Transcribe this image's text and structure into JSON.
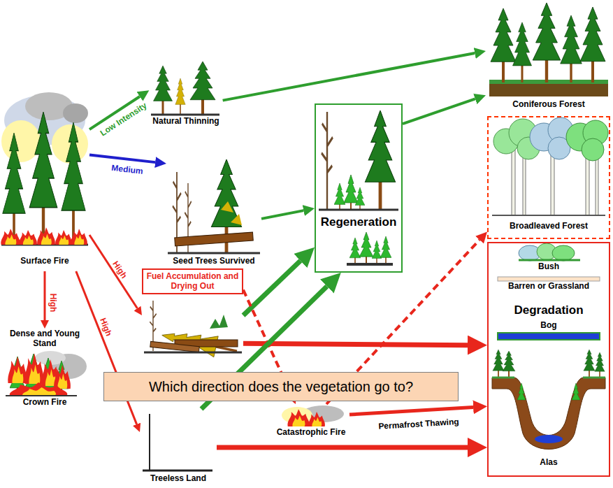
{
  "diagram": {
    "nodes": [
      {
        "text": [
          "Surface Fire"
        ]
      },
      {
        "text": [
          "Natural Thinning"
        ]
      },
      {
        "text": [
          "Seed Trees Survived"
        ]
      },
      {
        "text": [
          "Fuel Accumulation and Drying Out"
        ]
      },
      {
        "text": [
          "Dense and Young Stand",
          "Crown Fire"
        ]
      },
      {
        "text": [
          "Regeneration"
        ]
      },
      {
        "text": [
          "Which direction does the vegetation go to?"
        ]
      },
      {
        "text": [
          "Catastrophic Fire"
        ]
      },
      {
        "text": [
          "Treeless Land"
        ]
      },
      {
        "text": [
          "Coniferous Forest"
        ]
      },
      {
        "text": [
          "Broadleaved Forest"
        ]
      },
      {
        "text": [
          "Degradation"
        ]
      },
      {
        "text": [
          "Bush"
        ],
        "in": 11
      },
      {
        "text": [
          "Barren or Grassland"
        ],
        "in": 11
      },
      {
        "text": [
          "Bog"
        ],
        "in": 11
      },
      {
        "text": [
          "Alas"
        ],
        "in": 11
      }
    ],
    "edges": [
      {
        "from": 0,
        "to": 1,
        "arrow": "to",
        "label": "Low Intensity"
      },
      {
        "from": 0,
        "to": 2,
        "arrow": "to",
        "label": "Medium"
      },
      {
        "from": 0,
        "to": 3,
        "arrow": "to",
        "label": "High"
      },
      {
        "from": 0,
        "to": 4,
        "arrow": "to",
        "label": "High"
      },
      {
        "from": 0,
        "to": 8,
        "arrow": "to",
        "label": "High"
      },
      {
        "from": 1,
        "to": 9,
        "arrow": "to"
      },
      {
        "from": 2,
        "to": 5,
        "arrow": "to"
      },
      {
        "from": 3,
        "to": 5,
        "arrow": "to"
      },
      {
        "from": 3,
        "to": 11,
        "arrow": "to"
      },
      {
        "from": 3,
        "to": 7,
        "arrow": "to"
      },
      {
        "from": 8,
        "to": 5,
        "arrow": "to"
      },
      {
        "from": 8,
        "to": 11,
        "arrow": "to"
      },
      {
        "from": 7,
        "to": 11,
        "arrow": "to",
        "label": "Permafrost Thawing"
      },
      {
        "from": 7,
        "to": 10,
        "arrow": "to"
      },
      {
        "from": 5,
        "to": 9,
        "arrow": "to"
      }
    ]
  }
}
